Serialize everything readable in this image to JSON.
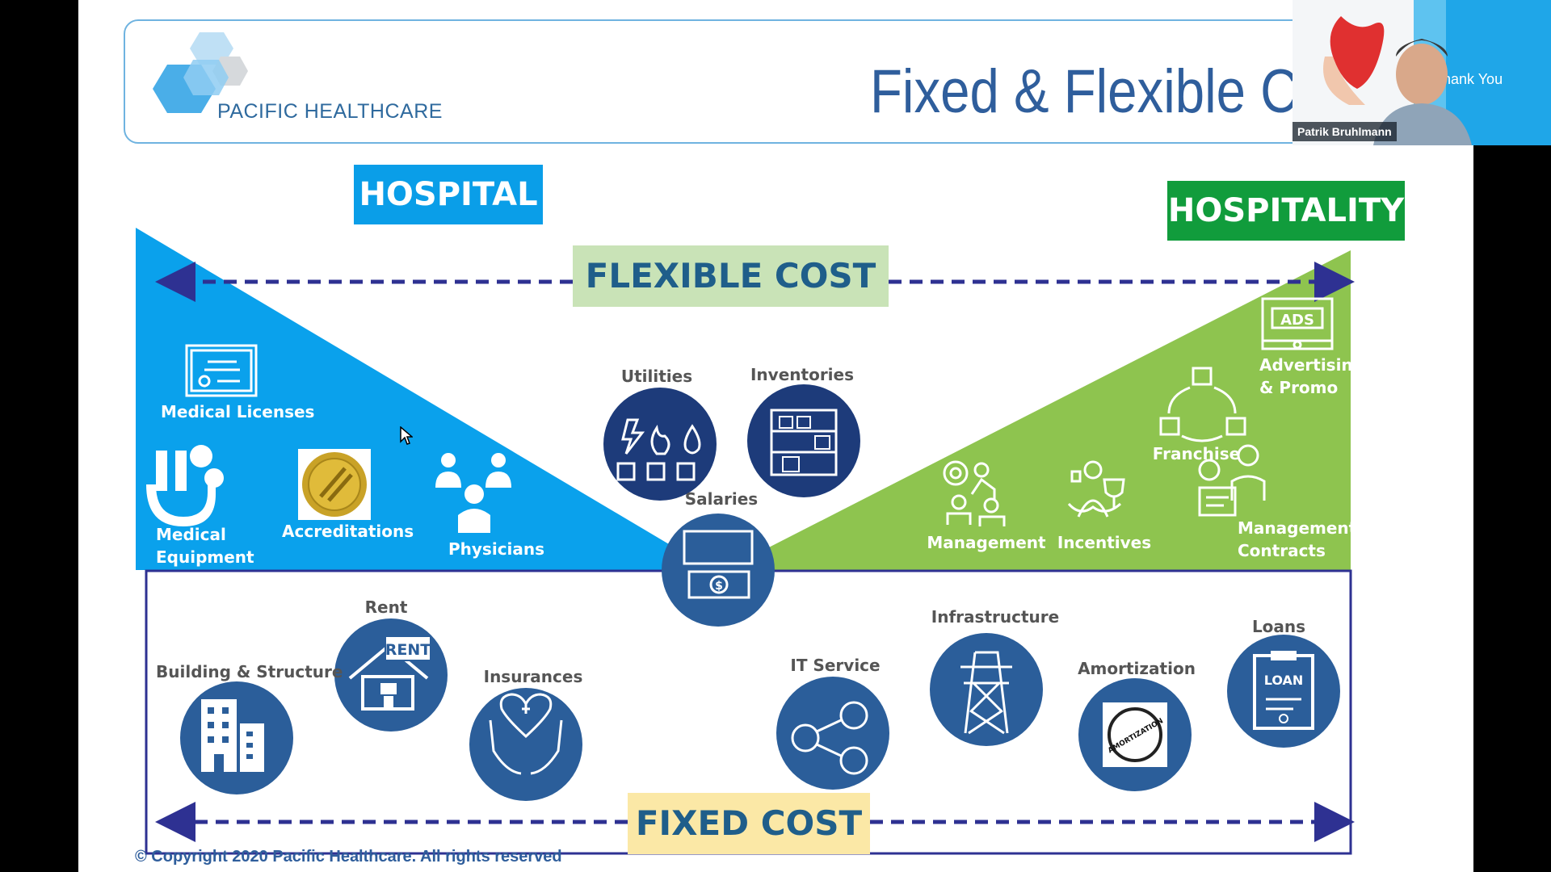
{
  "slide": {
    "logo_text": "PACIFIC HEALTHCARE",
    "title": "Fixed & Flexible Co",
    "hospital_tag": "HOSPITAL",
    "hospitality_tag": "HOSPITALITY",
    "flexible_banner": "FLEXIBLE COST",
    "fixed_banner": "FIXED COST",
    "copyright": "© Copyright 2020 Pacific Healthcare. All rights reserved",
    "hospital_items": [
      {
        "label": "Medical Licenses"
      },
      {
        "label_line1": "Medical",
        "label_line2": "Equipment"
      },
      {
        "label": "Accreditations"
      },
      {
        "label": "Physicians"
      }
    ],
    "center_items": [
      {
        "label": "Utilities"
      },
      {
        "label": "Inventories"
      },
      {
        "label": "Salaries"
      }
    ],
    "hospitality_items": [
      {
        "label_line1": "Advertising",
        "label_line2": "& Promo",
        "badge": "ADS"
      },
      {
        "label": "Franchise"
      },
      {
        "label": "Management"
      },
      {
        "label": "Incentives"
      },
      {
        "label_line1": "Management",
        "label_line2": "Contracts"
      }
    ],
    "fixed_items": [
      {
        "label": "Building & Structure"
      },
      {
        "label": "Rent",
        "badge": "RENT"
      },
      {
        "label": "Insurances"
      },
      {
        "label": "IT Service"
      },
      {
        "label": "Infrastructure"
      },
      {
        "label": "Amortization",
        "badge": "AMORTIZATION"
      },
      {
        "label": "Loans",
        "badge": "LOAN"
      }
    ]
  },
  "video": {
    "participant_name": "Patrik Bruhlmann",
    "background_text": "hank You"
  },
  "colors": {
    "hospital_blue": "#0a9ee8",
    "hospitality_green": "#8ec44f",
    "icon_circle": "#2b5e9a",
    "dashed_arrow": "#2e3192",
    "fixed_border": "#2e3192",
    "title_blue": "#2f5e9c"
  }
}
